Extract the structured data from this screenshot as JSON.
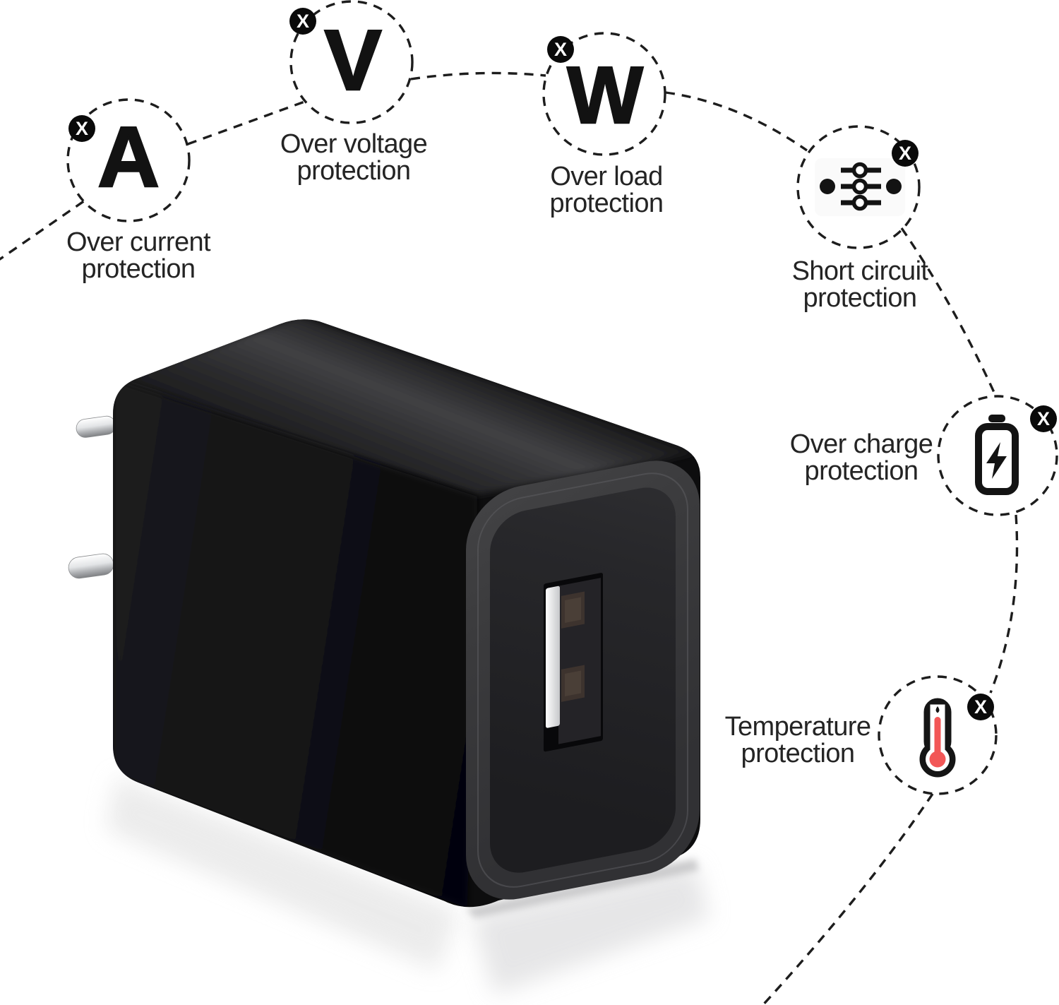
{
  "features": [
    {
      "id": "over-current",
      "symbol": "A",
      "label_line1": "Over current",
      "label_line2": "protection"
    },
    {
      "id": "over-voltage",
      "symbol": "V",
      "label_line1": "Over voltage",
      "label_line2": "protection"
    },
    {
      "id": "over-load",
      "symbol": "W",
      "label_line1": "Over load",
      "label_line2": "protection"
    },
    {
      "id": "short-circuit",
      "icon": "sliders-icon",
      "label_line1": "Short circuit",
      "label_line2": "protection"
    },
    {
      "id": "over-charge",
      "icon": "battery-charging-icon",
      "label_line1": "Over charge",
      "label_line2": "protection"
    },
    {
      "id": "temperature",
      "icon": "thermometer-icon",
      "label_line1": "Temperature",
      "label_line2": "protection"
    }
  ],
  "badge_glyph": "X",
  "colors": {
    "dashed_line": "#1d1d1d",
    "label_text": "#242424",
    "badge_background": "#0a0a0a",
    "badge_text": "#ffffff",
    "charger_body": "#0d0d0e",
    "charger_bezel": "#3b3b3d",
    "thermometer_red": "#f25757"
  }
}
